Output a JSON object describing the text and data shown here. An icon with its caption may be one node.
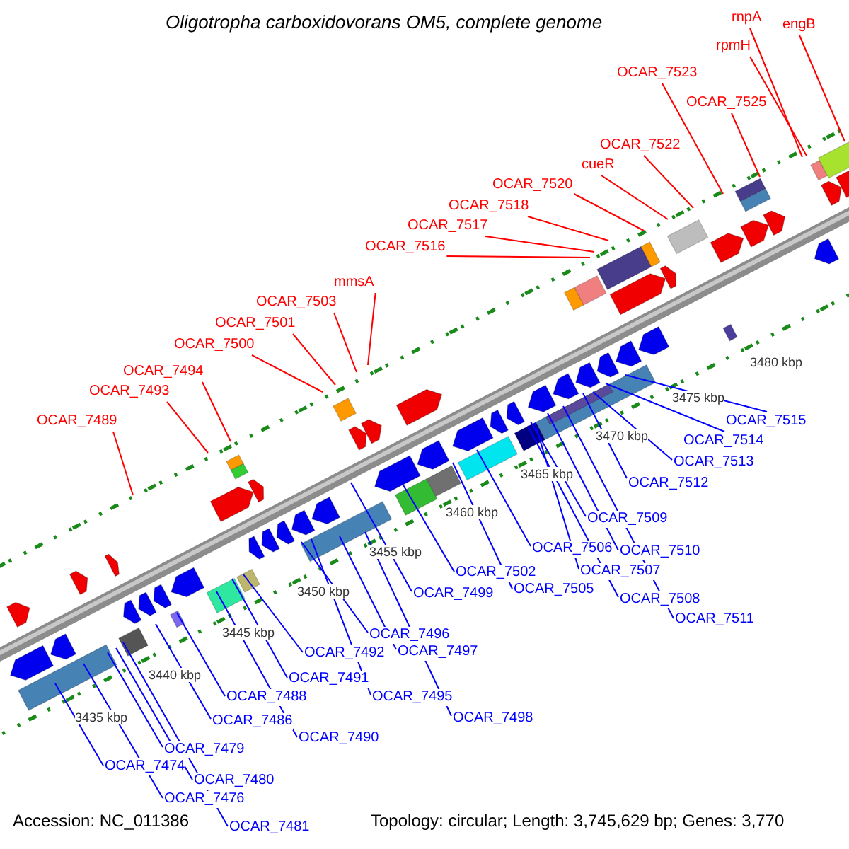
{
  "diagram": {
    "title": "Oligotropha carboxidovorans OM5, complete genome",
    "nodes": [
      {
        "text": [
          "rnpA"
        ]
      },
      {
        "text": [
          "engB"
        ]
      },
      {
        "text": [
          "rpmH"
        ]
      },
      {
        "text": [
          "OCAR_7523"
        ]
      },
      {
        "text": [
          "OCAR_7525"
        ]
      },
      {
        "text": [
          "OCAR_7522"
        ]
      },
      {
        "text": [
          "cueR"
        ]
      },
      {
        "text": [
          "OCAR_7520"
        ]
      },
      {
        "text": [
          "OCAR_7518"
        ]
      },
      {
        "text": [
          "OCAR_7517"
        ]
      },
      {
        "text": [
          "OCAR_7516"
        ]
      },
      {
        "text": [
          "mmsA"
        ]
      },
      {
        "text": [
          "OCAR_7503"
        ]
      },
      {
        "text": [
          "OCAR_7501"
        ]
      },
      {
        "text": [
          "OCAR_7500"
        ]
      },
      {
        "text": [
          "OCAR_7494"
        ]
      },
      {
        "text": [
          "OCAR_7493"
        ]
      },
      {
        "text": [
          "OCAR_7489"
        ]
      },
      {
        "text": [
          "OCAR_7515"
        ]
      },
      {
        "text": [
          "OCAR_7514"
        ]
      },
      {
        "text": [
          "OCAR_7513"
        ]
      },
      {
        "text": [
          "OCAR_7512"
        ]
      },
      {
        "text": [
          "OCAR_7509"
        ]
      },
      {
        "text": [
          "OCAR_7506"
        ]
      },
      {
        "text": [
          "OCAR_7510"
        ]
      },
      {
        "text": [
          "OCAR_7507"
        ]
      },
      {
        "text": [
          "OCAR_7502"
        ]
      },
      {
        "text": [
          "OCAR_7505"
        ]
      },
      {
        "text": [
          "OCAR_7499"
        ]
      },
      {
        "text": [
          "OCAR_7508"
        ]
      },
      {
        "text": [
          "OCAR_7511"
        ]
      },
      {
        "text": [
          "OCAR_7496"
        ]
      },
      {
        "text": [
          "OCAR_7497"
        ]
      },
      {
        "text": [
          "OCAR_7492"
        ]
      },
      {
        "text": [
          "OCAR_7491"
        ]
      },
      {
        "text": [
          "OCAR_7488"
        ]
      },
      {
        "text": [
          "OCAR_7495"
        ]
      },
      {
        "text": [
          "OCAR_7498"
        ]
      },
      {
        "text": [
          "OCAR_7486"
        ]
      },
      {
        "text": [
          "OCAR_7490"
        ]
      },
      {
        "text": [
          "OCAR_7479"
        ]
      },
      {
        "text": [
          "OCAR_7474"
        ]
      },
      {
        "text": [
          "OCAR_7480"
        ]
      },
      {
        "text": [
          "OCAR_7476"
        ]
      },
      {
        "text": [
          "OCAR_7481"
        ]
      }
    ],
    "edges": [
      {
        "from": 0,
        "to": null,
        "arrow": "none",
        "color": "#ff0000"
      },
      {
        "from": 1,
        "to": null,
        "arrow": "none",
        "color": "#ff0000"
      },
      {
        "from": 2,
        "to": null,
        "arrow": "none",
        "color": "#ff0000"
      },
      {
        "from": 3,
        "to": null,
        "arrow": "none",
        "color": "#ff0000"
      },
      {
        "from": 4,
        "to": null,
        "arrow": "none",
        "color": "#ff0000"
      },
      {
        "from": 5,
        "to": null,
        "arrow": "none",
        "color": "#ff0000"
      },
      {
        "from": 6,
        "to": null,
        "arrow": "none",
        "color": "#ff0000"
      },
      {
        "from": 7,
        "to": null,
        "arrow": "none",
        "color": "#ff0000"
      },
      {
        "from": 8,
        "to": null,
        "arrow": "none",
        "color": "#ff0000"
      },
      {
        "from": 9,
        "to": null,
        "arrow": "none",
        "color": "#ff0000"
      },
      {
        "from": 10,
        "to": null,
        "arrow": "none",
        "color": "#ff0000"
      },
      {
        "from": 11,
        "to": null,
        "arrow": "none",
        "color": "#ff0000"
      },
      {
        "from": 12,
        "to": null,
        "arrow": "none",
        "color": "#ff0000"
      },
      {
        "from": 13,
        "to": null,
        "arrow": "none",
        "color": "#ff0000"
      },
      {
        "from": 14,
        "to": null,
        "arrow": "none",
        "color": "#ff0000"
      },
      {
        "from": 15,
        "to": null,
        "arrow": "none",
        "color": "#ff0000"
      },
      {
        "from": 16,
        "to": null,
        "arrow": "none",
        "color": "#ff0000"
      },
      {
        "from": 17,
        "to": null,
        "arrow": "none",
        "color": "#ff0000"
      },
      {
        "from": 18,
        "to": null,
        "arrow": "none"
      },
      {
        "from": 19,
        "to": null,
        "arrow": "none"
      },
      {
        "from": 20,
        "to": null,
        "arrow": "none"
      },
      {
        "from": 21,
        "to": null,
        "arrow": "none"
      },
      {
        "from": 22,
        "to": null,
        "arrow": "none"
      },
      {
        "from": 23,
        "to": null,
        "arrow": "none"
      },
      {
        "from": 24,
        "to": null,
        "arrow": "none"
      },
      {
        "from": 25,
        "to": null,
        "arrow": "none"
      },
      {
        "from": 26,
        "to": null,
        "arrow": "none"
      },
      {
        "from": 27,
        "to": null,
        "arrow": "none"
      },
      {
        "from": 28,
        "to": null,
        "arrow": "none"
      },
      {
        "from": 29,
        "to": null,
        "arrow": "none"
      },
      {
        "from": 30,
        "to": null,
        "arrow": "none"
      },
      {
        "from": 31,
        "to": null,
        "arrow": "none"
      },
      {
        "from": 32,
        "to": null,
        "arrow": "none"
      },
      {
        "from": 33,
        "to": null,
        "arrow": "none"
      },
      {
        "from": 34,
        "to": null,
        "arrow": "none"
      },
      {
        "from": 35,
        "to": null,
        "arrow": "none"
      },
      {
        "from": 36,
        "to": null,
        "arrow": "none"
      },
      {
        "from": 37,
        "to": null,
        "arrow": "none"
      },
      {
        "from": 38,
        "to": null,
        "arrow": "none"
      },
      {
        "from": 39,
        "to": null,
        "arrow": "none"
      },
      {
        "from": 40,
        "to": null,
        "arrow": "none"
      },
      {
        "from": 41,
        "to": null,
        "arrow": "none"
      },
      {
        "from": 42,
        "to": null,
        "arrow": "none"
      },
      {
        "from": 43,
        "to": null,
        "arrow": "none"
      },
      {
        "from": 44,
        "to": null,
        "arrow": "none"
      }
    ],
    "labels": [
      "3480 kbp",
      "3475 kbp",
      "3470 kbp",
      "3465 kbp",
      "3460 kbp",
      "3455 kbp",
      "3450 kbp",
      "3445 kbp",
      "3440 kbp",
      "3435 kbp",
      "Accession: NC_011386",
      "Topology: circular; Length: 3,745,629 bp; Genes: 3,770"
    ]
  }
}
